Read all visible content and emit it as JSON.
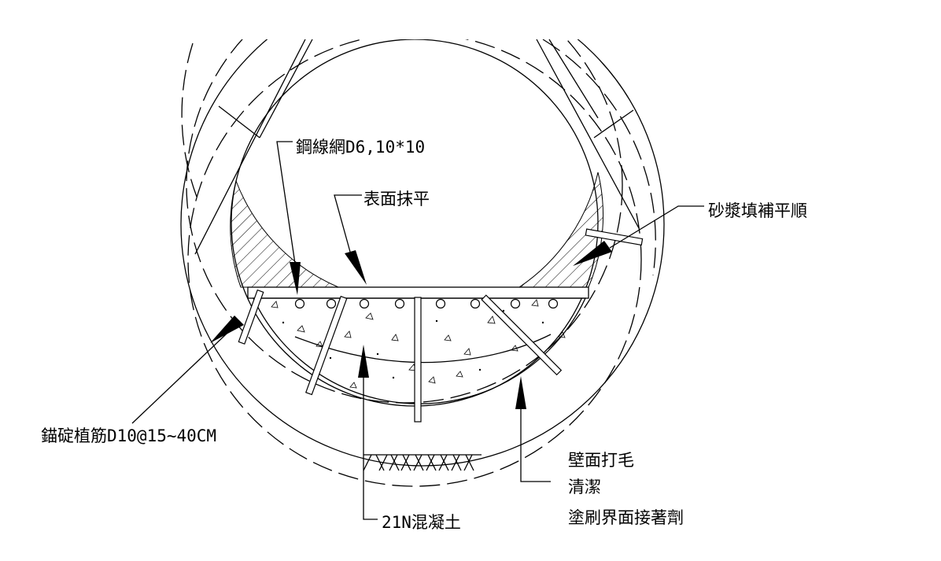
{
  "labels": {
    "mesh": "鋼線網D6,10*10",
    "surface": "表面抹平",
    "mortar": "砂漿填補平順",
    "anchor": "錨碇植筋D10@15~40CM",
    "wall_1": "壁面打毛",
    "wall_2": "清潔",
    "wall_3": "塗刷界面接著劑",
    "concrete": "21N混凝土"
  }
}
